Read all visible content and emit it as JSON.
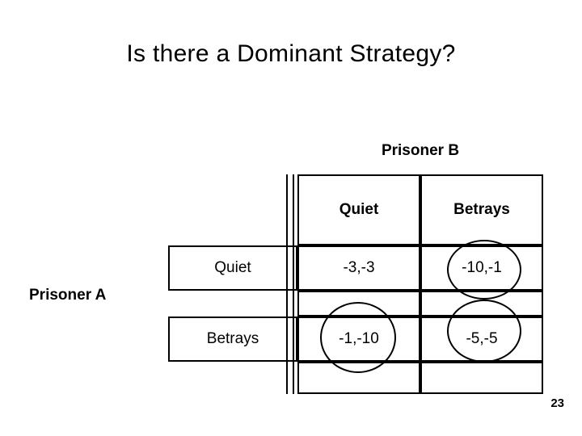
{
  "slide": {
    "title": "Is there a Dominant Strategy?",
    "page_number": "23",
    "row_player_label": "Prisoner A",
    "col_player_label": "Prisoner B",
    "column_headers": [
      "Quiet",
      "Betrays"
    ],
    "row_labels": [
      "Quiet",
      "Betrays"
    ],
    "payoffs": [
      [
        "-3,-3",
        "-10,-1"
      ],
      [
        "-1,-10",
        "-5,-5"
      ]
    ],
    "annotations": [
      {
        "name": "circle-top-right",
        "target": "-10,-1"
      },
      {
        "name": "circle-bottom-right",
        "target": "-5,-5"
      },
      {
        "name": "circle-bottom-left",
        "target": "-1,-10"
      }
    ]
  }
}
